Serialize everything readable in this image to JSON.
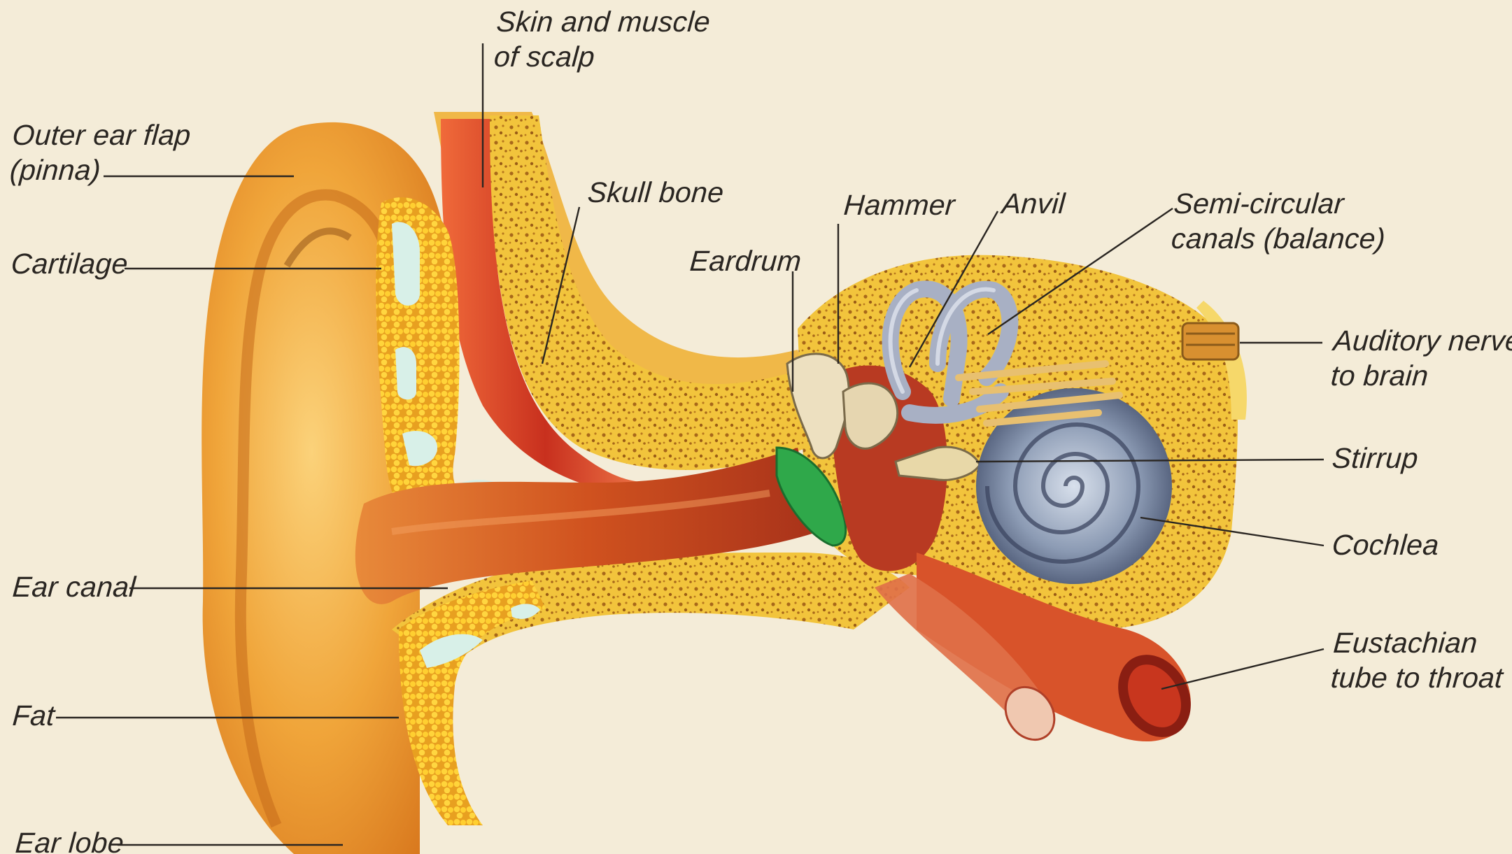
{
  "diagram": {
    "labels": {
      "skin_muscle": [
        "Skin and muscle",
        "of scalp"
      ],
      "outer_ear": [
        "Outer ear flap",
        "(pinna)"
      ],
      "skull_bone": "Skull bone",
      "hammer": "Hammer",
      "anvil": "Anvil",
      "semicircular": [
        "Semi-circular",
        "canals (balance)"
      ],
      "eardrum": "Eardrum",
      "cartilage": "Cartilage",
      "auditory_nerve": [
        "Auditory nerve",
        "to brain"
      ],
      "stirrup": "Stirrup",
      "cochlea": "Cochlea",
      "ear_canal": "Ear canal",
      "eustachian": [
        "Eustachian",
        "tube to throat"
      ],
      "fat": "Fat",
      "ear_lobe": "Ear lobe"
    },
    "colors": {
      "background": "#f4ecd8",
      "skin": "#f0a838",
      "bone": "#f2c43c",
      "muscle": "#d8442a",
      "eardrum": "#2fa84a",
      "cochlea": "#8f9fb8",
      "canal": "#c8461c",
      "leader_line": "#2a2622"
    }
  }
}
